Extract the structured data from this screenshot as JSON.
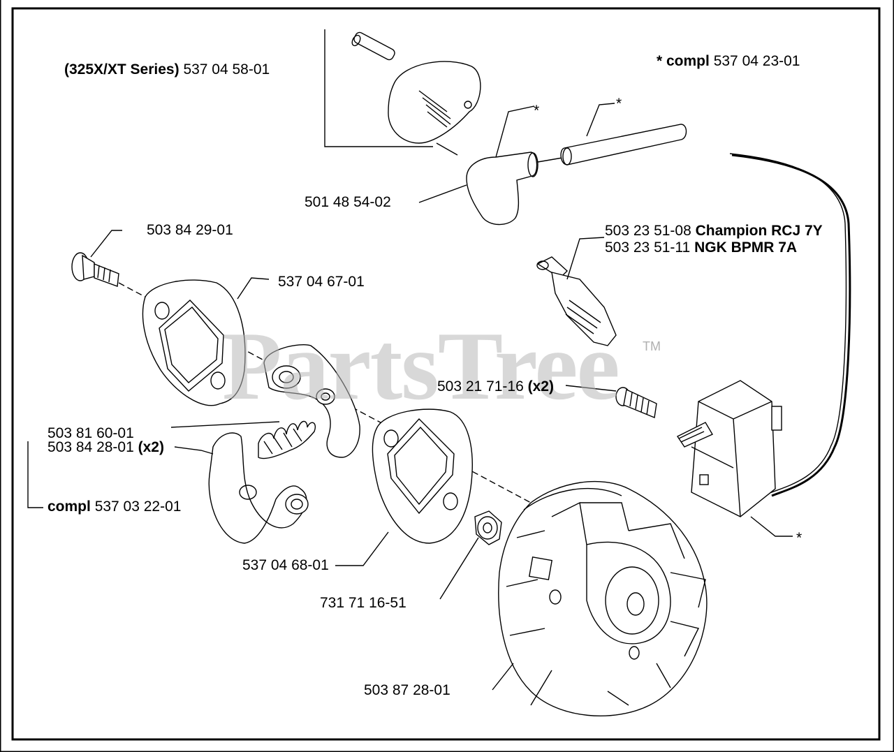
{
  "watermark": {
    "text": "PartsTree",
    "trademark": "TM"
  },
  "labels": {
    "plug_cap_325": {
      "bold": "(325X/XT Series)",
      "part": "537 04 58-01"
    },
    "compl_star": {
      "bold": "* compl",
      "part": "537 04 23-01"
    },
    "spark_boot": {
      "part": "501 48 54-02"
    },
    "screw": {
      "part": "503 84 29-01"
    },
    "plate_top": {
      "part": "537 04 67-01"
    },
    "spark_plug_champion": {
      "part": "503 23 51-08",
      "bold": "Champion RCJ 7Y"
    },
    "spark_plug_ngk": {
      "part": "503 23 51-11",
      "bold": "NGK BPMR 7A"
    },
    "ignition_screw": {
      "part": "503 21 71-16",
      "bold": "(x2)"
    },
    "spring": {
      "part": "503 81 60-01"
    },
    "shoe": {
      "part": "503 84 28-01",
      "bold": "(x2)"
    },
    "clutch_compl": {
      "bold": "compl",
      "part": "537 03 22-01"
    },
    "plate_bottom": {
      "part": "537 04 68-01"
    },
    "washer": {
      "part": "731 71 16-51"
    },
    "flywheel": {
      "part": "503 87 28-01"
    },
    "star1": "*",
    "star2": "*",
    "star3": "*"
  }
}
